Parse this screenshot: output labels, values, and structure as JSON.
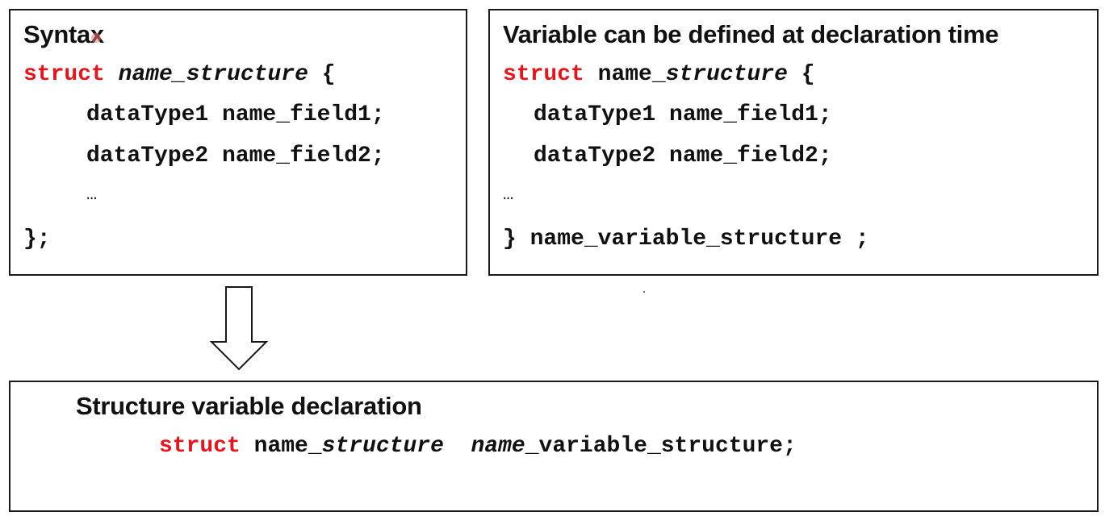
{
  "colors": {
    "keyword": "#e8141c",
    "text": "#111111",
    "border": "#1a1a1a"
  },
  "syntax_box": {
    "title": "Syntax",
    "keyword": "struct",
    "struct_name": "name_structure",
    "open_brace": "{",
    "field1": "dataType1 name_field1;",
    "field2": "dataType2 name_field2;",
    "ellipsis": "…",
    "close": "};"
  },
  "inline_box": {
    "title": "Variable can be defined at declaration time",
    "keyword": "struct",
    "name_prefix": "name_",
    "name_italic": "structure",
    "open_brace": "{",
    "field1": "dataType1 name_field1;",
    "field2": "dataType2 name_field2;",
    "ellipsis": "…",
    "close_brace": "}",
    "variable": "name_variable_structure ;"
  },
  "declaration_box": {
    "title": "Structure variable declaration",
    "keyword": "struct",
    "name_prefix": "name_",
    "name_italic": "structure",
    "var_italic": "name",
    "var_rest": "_variable_structure;"
  },
  "arrow_icon": "down-arrow-icon"
}
